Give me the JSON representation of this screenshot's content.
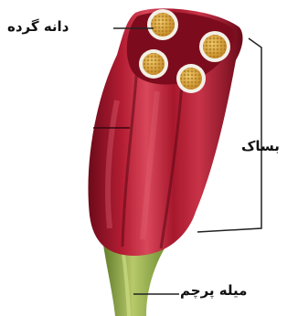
{
  "labels": {
    "pollen_grain": "دانه گرده",
    "anther": "بساک",
    "filament": "میله پرچم"
  },
  "colors": {
    "background": "#ffffff",
    "anther_dark": "#8a0f22",
    "anther_mid": "#b41d33",
    "anther_light": "#d9475b",
    "pollen": "#d9a23a",
    "pollen_highlight": "#f0cc6e",
    "filament_dark": "#5f7a2a",
    "filament_light": "#b7c96a",
    "line": "#222222"
  }
}
